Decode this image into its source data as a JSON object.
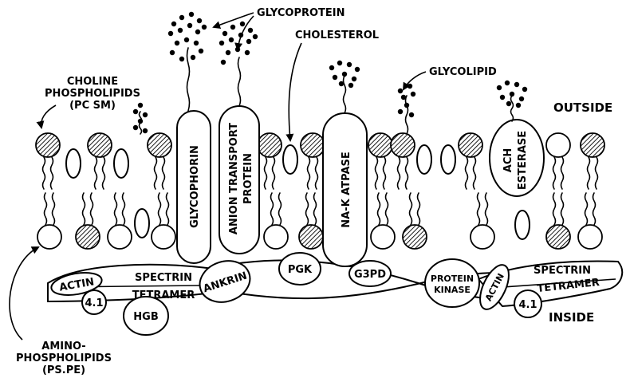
{
  "labels": {
    "glycoprotein": "GLYCOPROTEIN",
    "cholesterol": "CHOLESTEROL",
    "glycolipid": "GLYCOLIPID",
    "choline_line1": "CHOLINE",
    "choline_line2": "PHOSPHOLIPIDS",
    "choline_line3": "(PC SM)",
    "outside": "OUTSIDE",
    "inside": "INSIDE",
    "amino_line1": "AMINO-",
    "amino_line2": "PHOSPHOLIPIDS",
    "amino_line3": "(PS.PE)"
  },
  "proteins": {
    "glycophorin": "GLYCOPHORIN",
    "anion_transport_line1": "ANION TRANSPORT",
    "anion_transport_line2": "PROTEIN",
    "nak_atpase": "NA-K ATPASE",
    "ach_esterase_line1": "ACH",
    "ach_esterase_line2": "ESTERASE"
  },
  "cytoskeleton": {
    "actin_left": "ACTIN",
    "spectrin_left": "SPECTRIN",
    "band41_left": "4.1",
    "tetramer_left": "TETRAMER",
    "hgb": "HGB",
    "ankrin": "ANKRIN",
    "pgk": "PGK",
    "g3pd": "G3PD",
    "protein_kinase_line1": "PROTEIN",
    "protein_kinase_line2": "KINASE",
    "actin_right": "ACTIN",
    "spectrin_right": "SPECTRIN",
    "band41_right": "4.1",
    "tetramer_right": "TETRAMER"
  }
}
